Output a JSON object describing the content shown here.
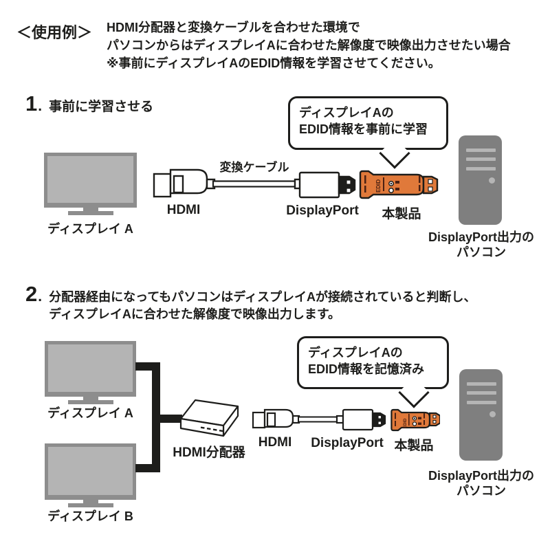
{
  "colors": {
    "text": "#1d1d1b",
    "outline": "#1d1d1b",
    "monitor_frame": "#8d8d8d",
    "monitor_screen": "#b4b4b4",
    "tower_body": "#7f7f7f",
    "tower_detail": "#b5b5b5",
    "device_orange": "#e0793a",
    "cable_black": "#1d1d1b",
    "background": "#ffffff"
  },
  "header": {
    "title": "＜使用例＞",
    "line1": "HDMI分配器と変換ケーブルを合わせた環境で",
    "line2": "パソコンからはディスプレイAに合わせた解像度で映像出力させたい場合",
    "line3": "※事前にディスプレイAのEDID情報を学習させてください。"
  },
  "section1": {
    "number": "1",
    "dot": ".",
    "heading": "事前に学習させる",
    "callout_line1": "ディスプレイAの",
    "callout_line2": "EDID情報を事前に学習",
    "display_label": "ディスプレイ A",
    "hdmi_label": "HDMI",
    "cable_label": "変換ケーブル",
    "displayport_label": "DisplayPort",
    "device_label": "本製品",
    "pc_label_line1": "DisplayPort出力の",
    "pc_label_line2": "パソコン"
  },
  "section2": {
    "number": "2",
    "dot": ".",
    "heading_line1": "分配器経由になってもパソコンはディスプレイAが接続されていると判断し、",
    "heading_line2": "ディスプレイAに合わせた解像度で映像出力します。",
    "callout_line1": "ディスプレイAの",
    "callout_line2": "EDID情報を記憶済み",
    "display_a_label": "ディスプレイ A",
    "display_b_label": "ディスプレイ B",
    "splitter_label": "HDMI分配器",
    "hdmi_label": "HDMI",
    "displayport_label": "DisplayPort",
    "device_label": "本製品",
    "pc_label_line1": "DisplayPort出力の",
    "pc_label_line2": "パソコン"
  },
  "device": {
    "logo": "EDID"
  }
}
